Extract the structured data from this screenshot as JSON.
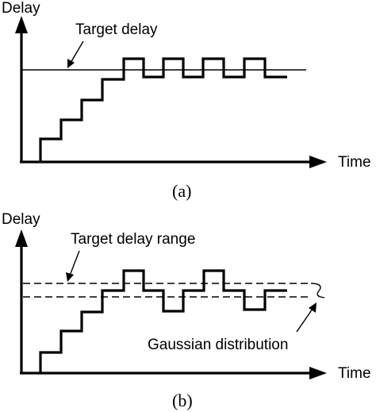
{
  "panel_a": {
    "y_axis_label": "Delay",
    "x_axis_label": "Time",
    "annotation": "Target delay",
    "caption": "(a)"
  },
  "panel_b": {
    "y_axis_label": "Delay",
    "x_axis_label": "Time",
    "annotation_top": "Target delay range",
    "annotation_bottom": "Gaussian distribution",
    "caption": "(b)"
  }
}
